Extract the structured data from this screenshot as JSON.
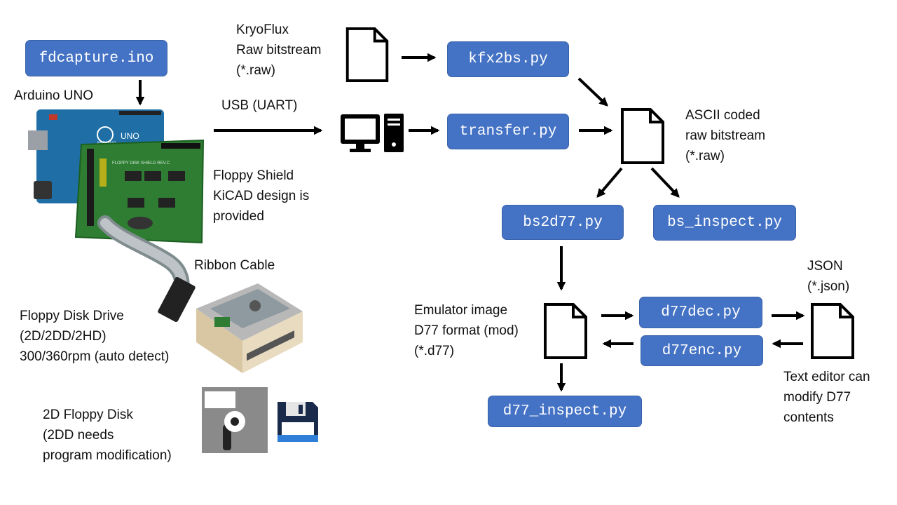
{
  "nodes": {
    "fdcapture": "fdcapture.ino",
    "kfx2bs": "kfx2bs.py",
    "transfer": "transfer.py",
    "bs2d77": "bs2d77.py",
    "bs_inspect": "bs_inspect.py",
    "d77dec": "d77dec.py",
    "d77enc": "d77enc.py",
    "d77_inspect": "d77_inspect.py"
  },
  "labels": {
    "arduino": "Arduino UNO",
    "usb": "USB (UART)",
    "kryoflux": [
      "KryoFlux",
      "Raw bitstream",
      "(*.raw)"
    ],
    "ascii": [
      "ASCII coded",
      "raw bitstream",
      "(*.raw)"
    ],
    "shield": [
      "Floppy Shield",
      "KiCAD design is",
      "provided"
    ],
    "ribbon": "Ribbon Cable",
    "drive": [
      "Floppy Disk Drive",
      "(2D/2DD/2HD)",
      "300/360rpm  (auto detect)"
    ],
    "disk": [
      "2D Floppy Disk",
      "(2DD needs",
      "program modification)"
    ],
    "emulator": [
      "Emulator image",
      "D77 format (mod)",
      "(*.d77)"
    ],
    "json": [
      "JSON",
      "(*.json)"
    ],
    "editor": [
      "Text editor can",
      "modify D77",
      "contents"
    ],
    "board_uno": "UNO",
    "board_arduino": "ARDUINO",
    "board_shield": "FLOPPY DISK SHIELD REV.C"
  },
  "colors": {
    "box": "#4472c4",
    "arduino_board": "#1f6fa6",
    "shield_board": "#2e7d32",
    "arrow": "#000000"
  },
  "icons": [
    "file-icon",
    "computer-icon",
    "arduino-board-image",
    "floppy-drive-image",
    "floppy-disk-image",
    "save-icon"
  ]
}
